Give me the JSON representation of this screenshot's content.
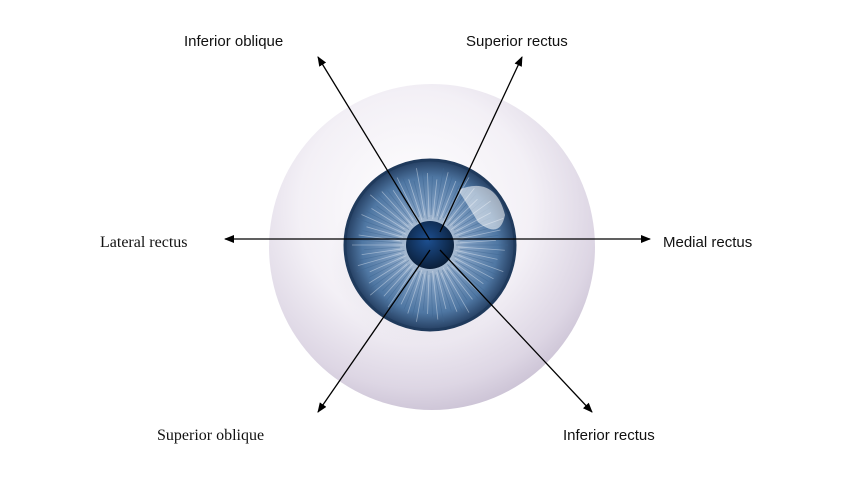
{
  "labels": {
    "inferior_oblique": "Inferior oblique",
    "superior_rectus": "Superior rectus",
    "lateral_rectus": "Lateral rectus",
    "medial_rectus": "Medial rectus",
    "superior_oblique": "Superior oblique",
    "inferior_rectus": "Inferior rectus"
  },
  "colors": {
    "sclera": "#ece7f0",
    "sclera_edge": "#d8d0e0",
    "iris": "#5a7fa8",
    "iris_dark": "#2b4f78",
    "pupil": "#0f2a4a",
    "arrow": "#000000"
  }
}
